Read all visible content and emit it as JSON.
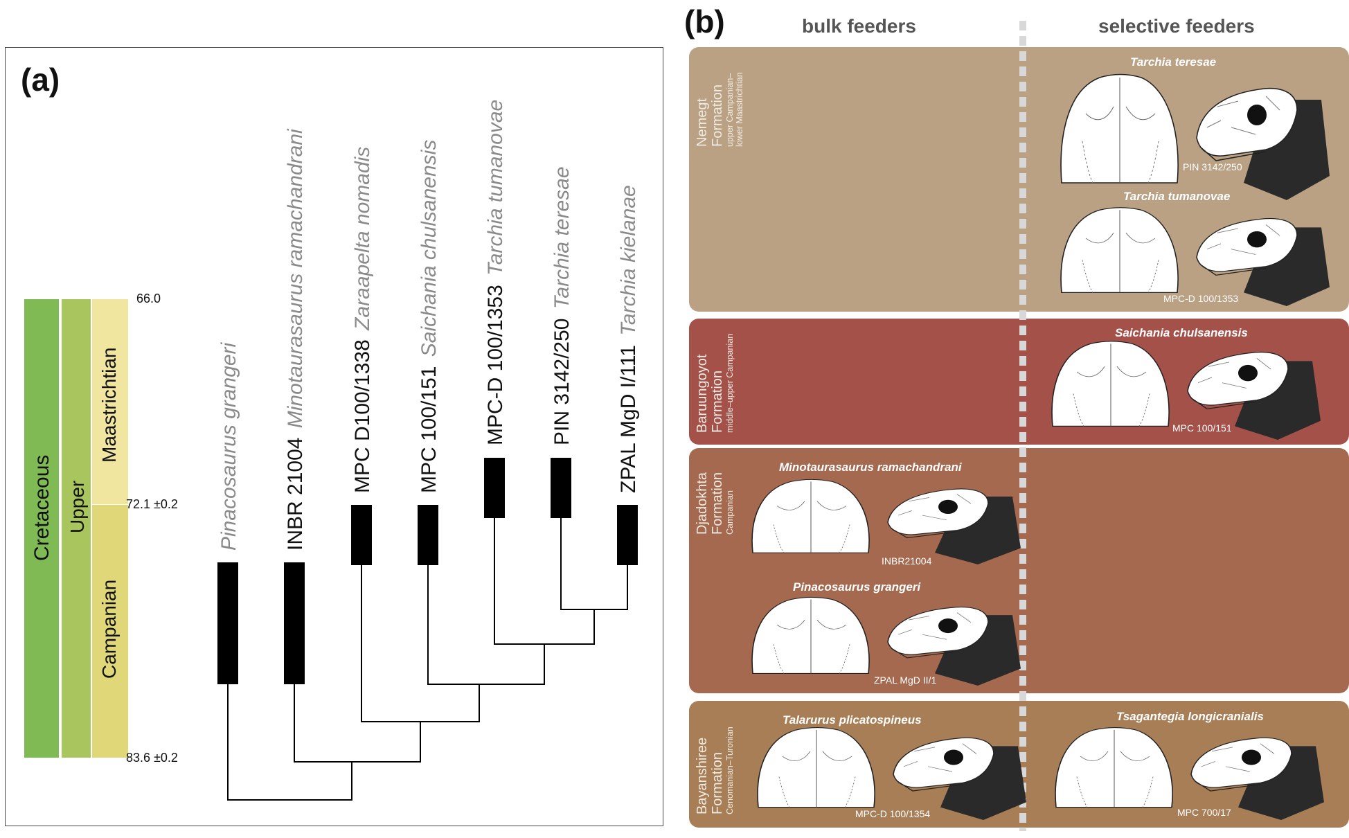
{
  "panel_a": {
    "label": "(a)",
    "timescale": {
      "period": "Cretaceous",
      "epoch": "Upper",
      "stages": [
        "Maastrichtian",
        "Campanian"
      ],
      "ticks": [
        "66.0",
        "72.1 ±0.2",
        "83.6 ±0.2"
      ],
      "colors": {
        "period": "#7fba55",
        "epoch": "#a8c55e",
        "maastrichtian": "#f0e6a0",
        "campanian": "#e0d878"
      }
    },
    "taxa": [
      {
        "id": "",
        "species": "Pinacosaurus grangeri"
      },
      {
        "id": "INBR 21004",
        "species": "Minotaurasaurus ramachandrani"
      },
      {
        "id": "MPC D100/1338",
        "species": "Zaraapelta nomadis"
      },
      {
        "id": "MPC 100/151",
        "species": "Saichania chulsanensis"
      },
      {
        "id": "MPC-D 100/1353",
        "species": "Tarchia tumanovae"
      },
      {
        "id": "PIN 3142/250",
        "species": "Tarchia teresae"
      },
      {
        "id": "ZPAL MgD I/111",
        "species": "Tarchia kielanae"
      }
    ]
  },
  "panel_b": {
    "label": "(b)",
    "columns": [
      "bulk feeders",
      "selective feeders"
    ],
    "formations": [
      {
        "name": "Nemegt Formation",
        "name_lines": [
          "Nemegt",
          "Formation"
        ],
        "age_lines": [
          "upper Campanian–",
          "lower Maastrichtian"
        ],
        "color": "#baa184"
      },
      {
        "name": "Baruungoyot Formation",
        "name_lines": [
          "Baruungoyot",
          "Formation"
        ],
        "age_lines": [
          "middle–upper Campanian"
        ],
        "color": "#a4514a"
      },
      {
        "name": "Djadokhta Formation",
        "name_lines": [
          "Djadokhta",
          "Formation"
        ],
        "age_lines": [
          "Campanian"
        ],
        "color": "#a4694e"
      },
      {
        "name": "Bayanshiree Formation",
        "name_lines": [
          "Bayanshiree",
          "Formation"
        ],
        "age_lines": [
          "Cenomanian–Turonian"
        ],
        "color": "#a77e56"
      }
    ],
    "skulls": [
      {
        "title": "Tarchia teresae",
        "specimen": "PIN 3142/250"
      },
      {
        "title": "Tarchia tumanovae",
        "specimen": "MPC-D 100/1353"
      },
      {
        "title": "Saichania chulsanensis",
        "specimen": "MPC 100/151"
      },
      {
        "title": "Minotaurasaurus ramachandrani",
        "specimen": "INBR21004"
      },
      {
        "title": "Pinacosaurus grangeri",
        "specimen": "ZPAL MgD II/1"
      },
      {
        "title": "Talarurus plicatospineus",
        "specimen": "MPC-D 100/1354"
      },
      {
        "title": "Tsagantegia longicranialis",
        "specimen": "MPC 700/17"
      }
    ]
  }
}
